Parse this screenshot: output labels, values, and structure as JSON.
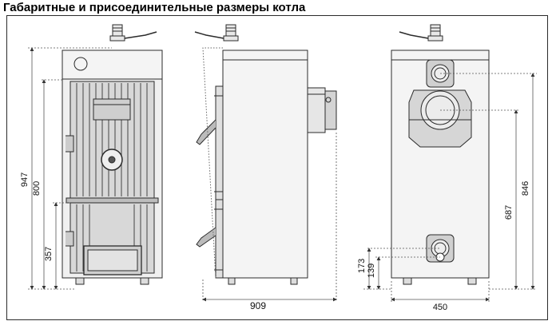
{
  "title": "Габаритные и присоединительные размеры котла",
  "dimensions": {
    "total_height": "947",
    "height_800": "800",
    "height_357": "357",
    "depth": "909",
    "width": "450",
    "height_846": "846",
    "height_687": "687",
    "height_173": "173",
    "height_139": "139"
  },
  "colors": {
    "stroke": "#2b2b2b",
    "dim_line": "#555555",
    "body_fill": "#f4f4f4",
    "panel_fill": "#dcdcdc"
  }
}
